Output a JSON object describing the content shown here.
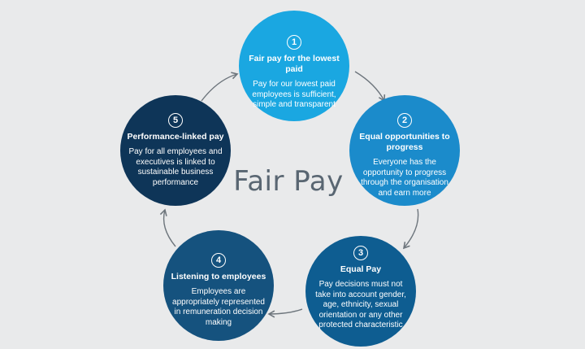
{
  "title": "Fair Pay",
  "colors": {
    "background": "#e9eaeb",
    "node1": "#1aa7e1",
    "node2": "#1b8bcb",
    "node3": "#0e5d91",
    "node4": "#15527e",
    "node5": "#0e3558",
    "arrow": "#6d757c",
    "title": "#596672"
  },
  "nodes": [
    {
      "number": "1",
      "heading": "Fair pay for the lowest paid",
      "description": "Pay for our lowest paid employees is sufficient, simple and transparent"
    },
    {
      "number": "2",
      "heading": "Equal opportunities to progress",
      "description": "Everyone has the opportunity to progress through the organisation and earn more"
    },
    {
      "number": "3",
      "heading": "Equal Pay",
      "description": "Pay decisions must not take into account gender, age, ethnicity, sexual orientation or any other protected characteristic"
    },
    {
      "number": "4",
      "heading": "Listening to employees",
      "description": "Employees are appropriately represented in remuneration decision making"
    },
    {
      "number": "5",
      "heading": "Performance-linked pay",
      "description": "Pay for all employees and executives is linked to sustainable business performance"
    }
  ]
}
